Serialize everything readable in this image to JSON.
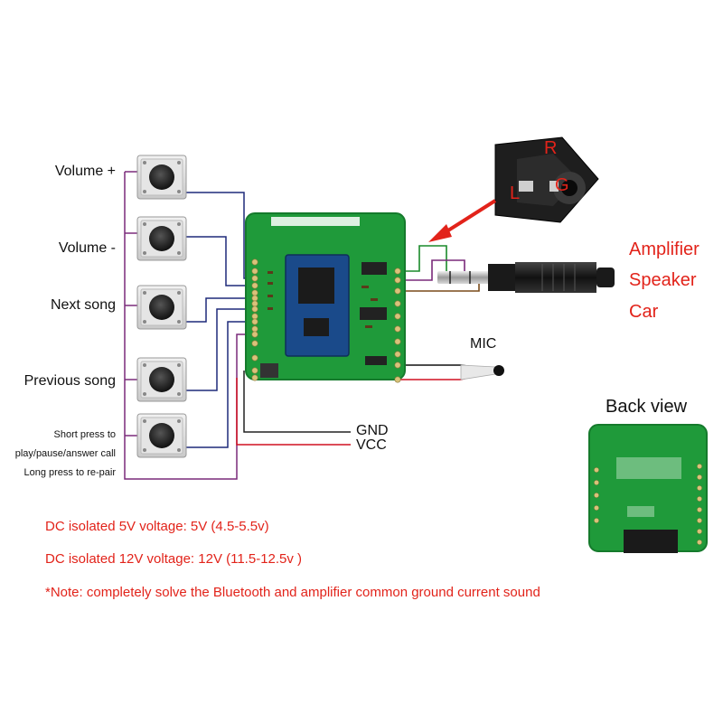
{
  "buttons": [
    {
      "label": "Volume +"
    },
    {
      "label": "Volume -"
    },
    {
      "label": "Next song"
    },
    {
      "label": "Previous song"
    }
  ],
  "fifth_button": {
    "line1": "Short press to",
    "line2": "play/pause/answer call",
    "line3": "Long press to re-pair"
  },
  "jack": {
    "r": "R",
    "g": "G",
    "l": "L"
  },
  "outputs": [
    "Amplifier",
    "Speaker",
    "Car"
  ],
  "mic_label": "MIC",
  "power": {
    "gnd": "GND",
    "vcc": "VCC"
  },
  "back_view_label": "Back view",
  "notes": [
    "DC isolated 5V voltage: 5V (4.5-5.5v)",
    "DC isolated 12V voltage: 12V (11.5-12.5v )",
    "*Note: completely solve the Bluetooth and amplifier common ground current sound"
  ],
  "colors": {
    "pcb": "#1f9a3a",
    "pcb_dark": "#157a2c",
    "wire_blue": "#1f2a7a",
    "wire_purple": "#7a2a7a",
    "wire_red": "#d01020",
    "wire_green": "#1a8a2a",
    "accent_red": "#e2231a"
  }
}
